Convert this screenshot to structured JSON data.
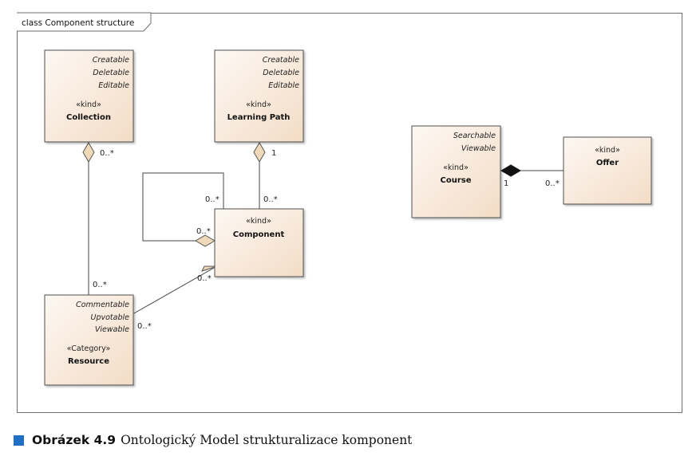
{
  "frame": {
    "title": "class Component structure"
  },
  "classes": {
    "collection": {
      "stereotype": "«kind»",
      "name": "Collection",
      "tags": [
        "Creatable",
        "Deletable",
        "Editable"
      ]
    },
    "learning_path": {
      "stereotype": "«kind»",
      "name": "Learning Path",
      "tags": [
        "Creatable",
        "Deletable",
        "Editable"
      ]
    },
    "component": {
      "stereotype": "«kind»",
      "name": "Component",
      "tags": []
    },
    "resource": {
      "stereotype": "«Category»",
      "name": "Resource",
      "tags": [
        "Commentable",
        "Upvotable",
        "Viewable"
      ]
    },
    "course": {
      "stereotype": "«kind»",
      "name": "Course",
      "tags": [
        "Searchable",
        "Viewable"
      ]
    },
    "offer": {
      "stereotype": "«kind»",
      "name": "Offer",
      "tags": []
    }
  },
  "multiplicities": {
    "collection_resource_top": "0..*",
    "collection_resource_bottom": "0..*",
    "learningpath_component_top": "1",
    "learningpath_component_bottom": "0..*",
    "component_self_a": "0..*",
    "component_self_b": "0..*",
    "resource_component_resource": "0..*",
    "resource_component_component": "0..*",
    "course_offer_course": "1",
    "course_offer_offer": "0..*"
  },
  "caption": {
    "label": "Obrázek 4.9",
    "text": "Ontologický Model strukturalizace komponent"
  },
  "colors": {
    "box_fill_top": "#fdf8f3",
    "box_fill_bottom": "#f3dcc6",
    "diamond_fill": "#f0d9b9",
    "border": "#505050",
    "caption_square": "#1f6fc5"
  }
}
